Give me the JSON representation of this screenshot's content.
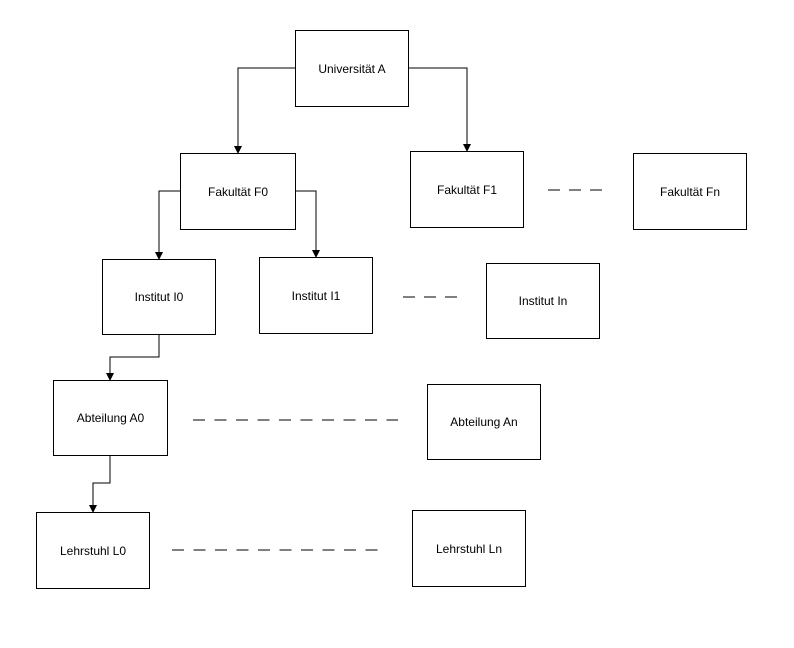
{
  "nodes": {
    "university": "Universität A",
    "faculty_f0": "Fakultät F0",
    "faculty_f1": "Fakultät F1",
    "faculty_fn": "Fakultät Fn",
    "institute_i0": "Institut I0",
    "institute_i1": "Institut I1",
    "institute_in": "Institut In",
    "department_a0": "Abteilung A0",
    "department_an": "Abteilung An",
    "chair_l0": "Lehrstuhl L0",
    "chair_ln": "Lehrstuhl Ln"
  },
  "edges": [
    {
      "from": "university",
      "to": "faculty_f0"
    },
    {
      "from": "university",
      "to": "faculty_f1"
    },
    {
      "from": "faculty_f0",
      "to": "institute_i0"
    },
    {
      "from": "faculty_f0",
      "to": "institute_i1"
    },
    {
      "from": "institute_i0",
      "to": "department_a0"
    },
    {
      "from": "department_a0",
      "to": "chair_l0"
    }
  ],
  "ellipses": [
    {
      "between": [
        "faculty_f1",
        "faculty_fn"
      ]
    },
    {
      "between": [
        "institute_i1",
        "institute_in"
      ]
    },
    {
      "between": [
        "department_a0",
        "department_an"
      ]
    },
    {
      "between": [
        "chair_l0",
        "chair_ln"
      ]
    }
  ],
  "colors": {
    "line": "#000000",
    "box_border": "#000000",
    "background": "#ffffff"
  }
}
